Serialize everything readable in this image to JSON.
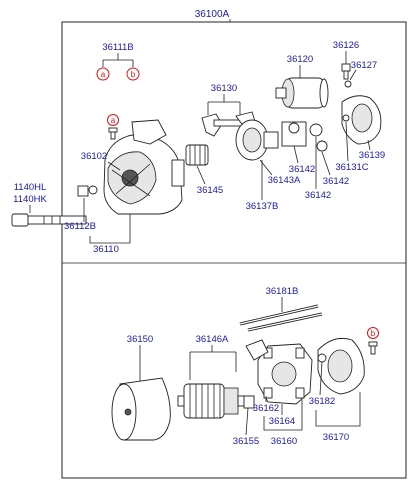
{
  "title": "36100A",
  "labels": {
    "l36111B": "36111B",
    "l36126": "36126",
    "l36127": "36127",
    "l36120": "36120",
    "l36130": "36130",
    "l36102": "36102",
    "l1140HL": "1140HL",
    "l1140HK": "1140HK",
    "l36112B": "36112B",
    "l36110": "36110",
    "l36145": "36145",
    "l36143A": "36143A",
    "l36137B": "36137B",
    "l36142a": "36142",
    "l36142b": "36142",
    "l36142c": "36142",
    "l36131C": "36131C",
    "l36139": "36139",
    "l36181B": "36181B",
    "l36150": "36150",
    "l36146A": "36146A",
    "l36162": "36162",
    "l36164": "36164",
    "l36182": "36182",
    "l36155": "36155",
    "l36160": "36160",
    "l36170": "36170"
  },
  "refs": {
    "a1": "a",
    "b1": "b",
    "a2": "a",
    "b2": "b"
  }
}
